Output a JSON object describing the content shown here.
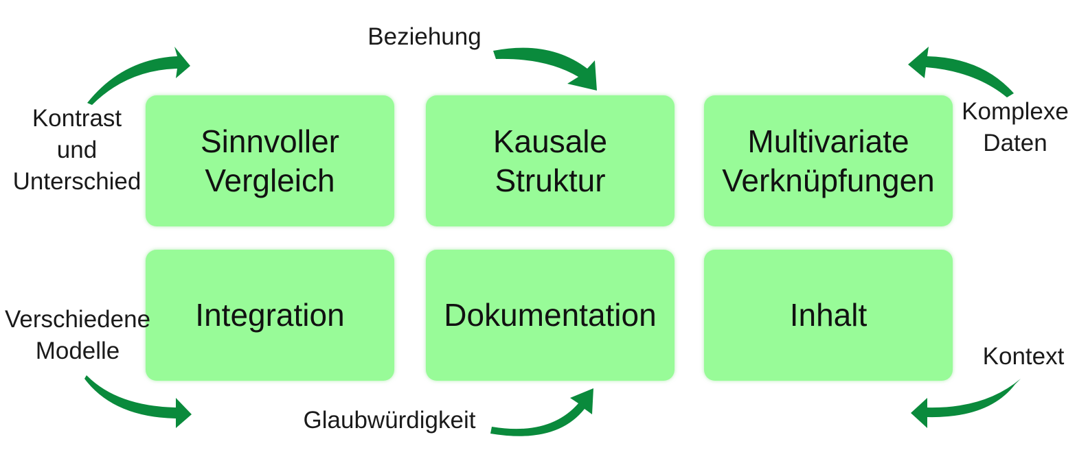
{
  "boxes": [
    {
      "line1": "Sinnvoller",
      "line2": "Vergleich"
    },
    {
      "line1": "Kausale",
      "line2": "Struktur"
    },
    {
      "line1": "Multivariate",
      "line2": "Verknüpfungen"
    },
    {
      "line1": "Integration"
    },
    {
      "line1": "Dokumentation"
    },
    {
      "line1": "Inhalt"
    }
  ],
  "labels": {
    "contrast": {
      "line1": "Kontrast",
      "line2": "und",
      "line3": "Unterschied"
    },
    "relation": {
      "line1": "Beziehung"
    },
    "complex": {
      "line1": "Komplexe",
      "line2": "Daten"
    },
    "models": {
      "line1": "Verschiedene",
      "line2": "Modelle"
    },
    "credibility": {
      "line1": "Glaubwürdigkeit"
    },
    "context": {
      "line1": "Kontext"
    }
  },
  "colors": {
    "box_fill": "#98fb98",
    "arrow": "#0a8a3c"
  }
}
